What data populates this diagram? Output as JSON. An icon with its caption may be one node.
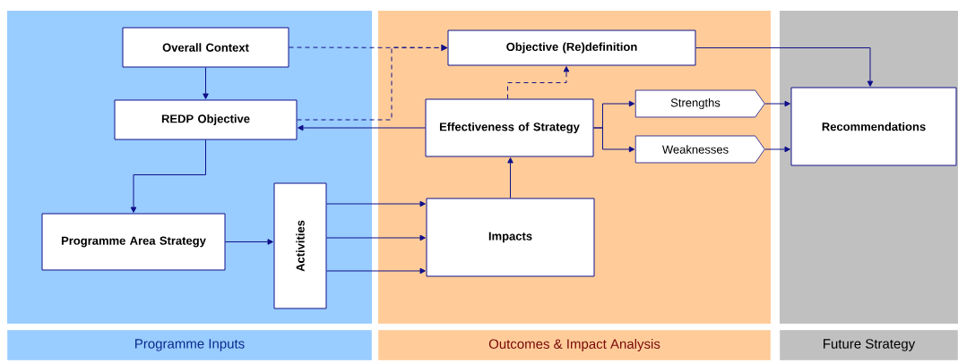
{
  "diagram": {
    "nodes": [
      {
        "text": [
          "Overall Context"
        ]
      },
      {
        "text": [
          "Objective (Re)definition"
        ]
      },
      {
        "text": [
          "REDP Objective"
        ]
      },
      {
        "text": [
          "Effectiveness of Strategy"
        ]
      },
      {
        "text": [
          "Strengths"
        ]
      },
      {
        "text": [
          "Weaknesses"
        ]
      },
      {
        "text": [
          "Recommendations"
        ]
      },
      {
        "text": [
          "Programme Area Strategy"
        ]
      },
      {
        "text": [
          "Activities"
        ]
      },
      {
        "text": [
          "Impacts"
        ]
      },
      {
        "text": [
          "Programme Inputs"
        ]
      },
      {
        "text": [
          "Outcomes & Impact Analysis"
        ]
      },
      {
        "text": [
          "Future Strategy"
        ]
      }
    ],
    "edges": [
      {
        "from": 0,
        "to": 2,
        "arrow": "to"
      },
      {
        "from": 0,
        "to": 1,
        "arrow": "to",
        "style": "dashed"
      },
      {
        "from": 2,
        "to": 1,
        "arrow": "to",
        "style": "dashed"
      },
      {
        "from": 3,
        "to": 1,
        "arrow": "to",
        "style": "dashed"
      },
      {
        "from": 1,
        "to": 6,
        "arrow": "to"
      },
      {
        "from": 3,
        "to": 2,
        "arrow": "to"
      },
      {
        "from": 3,
        "to": 4,
        "arrow": "to"
      },
      {
        "from": 3,
        "to": 5,
        "arrow": "to"
      },
      {
        "from": 4,
        "to": 6,
        "arrow": "to"
      },
      {
        "from": 5,
        "to": 6,
        "arrow": "to"
      },
      {
        "from": 2,
        "to": 7,
        "arrow": "to"
      },
      {
        "from": 7,
        "to": 8,
        "arrow": "to"
      },
      {
        "from": 8,
        "to": 9,
        "arrow": "to"
      },
      {
        "from": 8,
        "to": 9,
        "arrow": "to"
      },
      {
        "from": 8,
        "to": 9,
        "arrow": "to"
      },
      {
        "from": 9,
        "to": 3,
        "arrow": "to"
      }
    ]
  }
}
